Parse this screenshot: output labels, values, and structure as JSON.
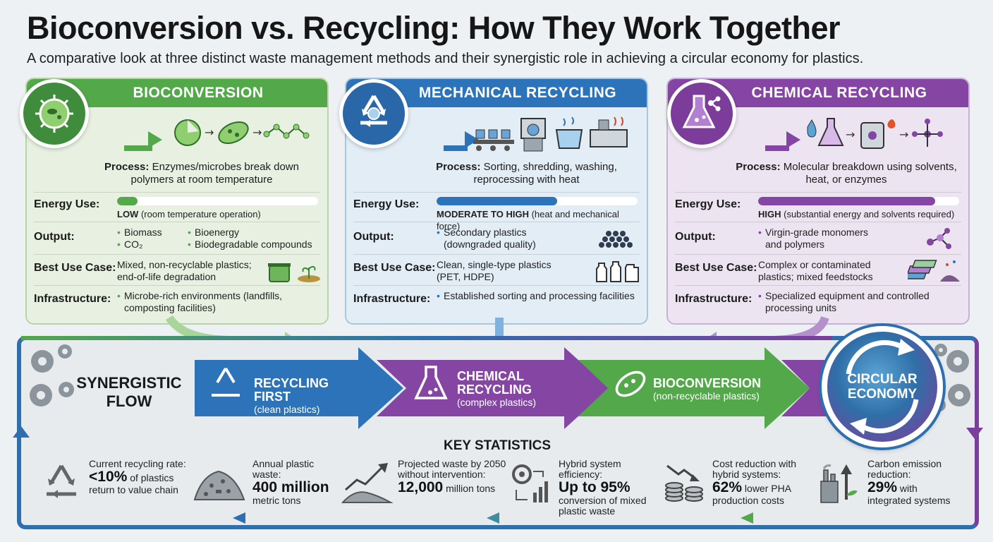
{
  "header": {
    "title": "Bioconversion vs. Recycling: How They Work Together",
    "subtitle": "A comparative look at three distinct waste management methods and their synergistic role in achieving a circular economy for plastics."
  },
  "labels": {
    "energy": "Energy Use:",
    "output": "Output:",
    "best_use": "Best Use Case:",
    "infrastructure": "Infrastructure:",
    "process": "Process:"
  },
  "methods": [
    {
      "title": "BIOCONVERSION",
      "process": "Enzymes/microbes break down polymers at room temperature",
      "energy_level": 0.1,
      "energy_strong": "LOW",
      "energy_text": "(room temperature operation)",
      "outputs": [
        "Biomass",
        "Bioenergy",
        "CO₂",
        "Biodegradable compounds"
      ],
      "best_use": "Mixed, non-recyclable plastics; end-of-life degradation",
      "infrastructure": "Microbe-rich environments (landfills, composting facilities)"
    },
    {
      "title": "MECHANICAL RECYCLING",
      "process": "Sorting, shredding, washing, reprocessing with heat",
      "energy_level": 0.6,
      "energy_strong": "MODERATE TO HIGH",
      "energy_text": "(heat and mechanical force)",
      "outputs": [
        "Secondary plastics (downgraded quality)"
      ],
      "best_use": "Clean, single-type plastics (PET, HDPE)",
      "infrastructure": "Established sorting and processing facilities"
    },
    {
      "title": "CHEMICAL RECYCLING",
      "process": "Molecular breakdown using solvents, heat, or enzymes",
      "energy_level": 0.88,
      "energy_strong": "HIGH",
      "energy_text": "(substantial energy and solvents required)",
      "outputs": [
        "Virgin-grade monomers and polymers"
      ],
      "best_use": "Complex or contaminated plastics; mixed feedstocks",
      "infrastructure": "Specialized equipment and controlled processing units"
    }
  ],
  "flow": {
    "label": "SYNERGISTIC FLOW",
    "steps": [
      {
        "title": "RECYCLING FIRST",
        "sub": "(clean plastics)",
        "color": "#2d73b9"
      },
      {
        "title": "CHEMICAL RECYCLING",
        "sub": "(complex plastics)",
        "color": "#8546a3"
      },
      {
        "title": "BIOCONVERSION",
        "sub": "(non-recyclable plastics)",
        "color": "#53a84a"
      }
    ],
    "goal": "CIRCULAR ECONOMY"
  },
  "stats": {
    "title": "KEY STATISTICS",
    "items": [
      {
        "label": "Current recycling rate:",
        "big": "<10%",
        "rest": "of plastics return to value chain",
        "icon": "recycle-icon"
      },
      {
        "label": "Annual plastic waste:",
        "big": "400 million",
        "rest": "metric tons",
        "icon": "waste-pile-icon"
      },
      {
        "label": "Projected waste by 2050 without intervention:",
        "big": "12,000",
        "rest": "million tons",
        "icon": "rising-trend-icon"
      },
      {
        "label": "Hybrid system efficiency:",
        "big": "Up to 95%",
        "rest": "conversion of mixed plastic waste",
        "icon": "efficiency-gear-icon"
      },
      {
        "label": "Cost reduction with hybrid systems:",
        "big": "62%",
        "rest": "lower PHA production costs",
        "icon": "coins-down-icon"
      },
      {
        "label": "Carbon emission reduction:",
        "big": "29%",
        "rest": "with integrated systems",
        "icon": "factory-sprout-icon"
      }
    ]
  },
  "colors": {
    "green": "#53a84a",
    "blue": "#2d73b9",
    "purple": "#8546a3"
  }
}
